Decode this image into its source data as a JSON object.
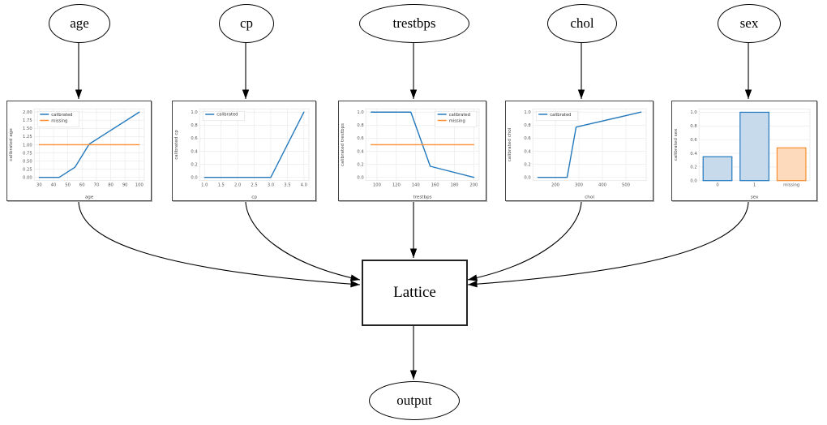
{
  "diagram": {
    "nodes": {
      "age": {
        "label": "age"
      },
      "cp": {
        "label": "cp"
      },
      "trestbps": {
        "label": "trestbps"
      },
      "chol": {
        "label": "chol"
      },
      "sex": {
        "label": "sex"
      },
      "lattice": {
        "label": "Lattice"
      },
      "output": {
        "label": "output"
      }
    },
    "edges": [
      {
        "from": "age",
        "to": "calibrator-age"
      },
      {
        "from": "cp",
        "to": "calibrator-cp"
      },
      {
        "from": "trestbps",
        "to": "calibrator-trestbps"
      },
      {
        "from": "chol",
        "to": "calibrator-chol"
      },
      {
        "from": "sex",
        "to": "calibrator-sex"
      },
      {
        "from": "calibrator-age",
        "to": "lattice"
      },
      {
        "from": "calibrator-cp",
        "to": "lattice"
      },
      {
        "from": "calibrator-trestbps",
        "to": "lattice"
      },
      {
        "from": "calibrator-chol",
        "to": "lattice"
      },
      {
        "from": "calibrator-sex",
        "to": "lattice"
      },
      {
        "from": "lattice",
        "to": "output"
      }
    ]
  },
  "palette": {
    "calibrated": "#2479bd",
    "missing": "#ff8e33",
    "bar_blue_fill": "#c7daec",
    "bar_blue_edge": "#2479bd",
    "bar_orange_fill": "#fcdabb",
    "bar_orange_edge": "#f98e2e",
    "grid": "#ebebeb",
    "plot_border": "#e3e3e3",
    "tick": "#555555",
    "axis_label": "#444444",
    "legend_text": "#333333",
    "edge_stroke": "#000000"
  },
  "chart_data": [
    {
      "id": "age",
      "type": "line",
      "xlabel": "age",
      "ylabel": "calibrated age",
      "xlim": [
        26.5,
        103.5
      ],
      "ylim": [
        -0.1,
        2.1
      ],
      "xticks": [
        30,
        40,
        50,
        60,
        70,
        80,
        90,
        100
      ],
      "xtick_labels": [
        "30",
        "40",
        "50",
        "60",
        "70",
        "80",
        "90",
        "100"
      ],
      "yticks": [
        0,
        0.25,
        0.5,
        0.75,
        1,
        1.25,
        1.5,
        1.75,
        2
      ],
      "ytick_labels": [
        "0.00",
        "0.25",
        "0.50",
        "0.75",
        "1.00",
        "1.25",
        "1.50",
        "1.75",
        "2.00"
      ],
      "legend": {
        "pos": "nw",
        "entries": [
          {
            "label": "calibrated",
            "color_key": "calibrated"
          },
          {
            "label": "missing",
            "color_key": "missing"
          }
        ]
      },
      "series": [
        {
          "name": "calibrated",
          "color_key": "calibrated",
          "points": [
            [
              30,
              0
            ],
            [
              44,
              0
            ],
            [
              55,
              0.31
            ],
            [
              65,
              1.02
            ],
            [
              100,
              2.0
            ]
          ]
        },
        {
          "name": "missing",
          "color_key": "missing",
          "points": [
            [
              30,
              1.0
            ],
            [
              100,
              1.0
            ]
          ]
        }
      ]
    },
    {
      "id": "cp",
      "type": "line",
      "xlabel": "cp",
      "ylabel": "calibrated cp",
      "xlim": [
        0.85,
        4.15
      ],
      "ylim": [
        -0.05,
        1.05
      ],
      "xticks": [
        1,
        1.5,
        2,
        2.5,
        3,
        3.5,
        4
      ],
      "xtick_labels": [
        "1.0",
        "1.5",
        "2.0",
        "2.5",
        "3.0",
        "3.5",
        "4.0"
      ],
      "yticks": [
        0,
        0.2,
        0.4,
        0.6,
        0.8,
        1
      ],
      "ytick_labels": [
        "0.0",
        "0.2",
        "0.4",
        "0.6",
        "0.8",
        "1.0"
      ],
      "legend": {
        "pos": "nw",
        "entries": [
          {
            "label": "calibrated",
            "color_key": "calibrated"
          }
        ]
      },
      "series": [
        {
          "name": "calibrated",
          "color_key": "calibrated",
          "points": [
            [
              1,
              0
            ],
            [
              3,
              0
            ],
            [
              4,
              1
            ]
          ]
        }
      ]
    },
    {
      "id": "trestbps",
      "type": "line",
      "xlabel": "trestbps",
      "ylabel": "calibrated trestbps",
      "xlim": [
        88.5,
        205.5
      ],
      "ylim": [
        -0.05,
        1.05
      ],
      "xticks": [
        100,
        120,
        140,
        160,
        180,
        200
      ],
      "xtick_labels": [
        "100",
        "120",
        "140",
        "160",
        "180",
        "200"
      ],
      "yticks": [
        0,
        0.2,
        0.4,
        0.6,
        0.8,
        1
      ],
      "ytick_labels": [
        "0.0",
        "0.2",
        "0.4",
        "0.6",
        "0.8",
        "1.0"
      ],
      "legend": {
        "pos": "ne",
        "entries": [
          {
            "label": "calibrated",
            "color_key": "calibrated"
          },
          {
            "label": "missing",
            "color_key": "missing"
          }
        ]
      },
      "series": [
        {
          "name": "calibrated",
          "color_key": "calibrated",
          "points": [
            [
              94,
              1.0
            ],
            [
              135,
              1.0
            ],
            [
              155,
              0.17
            ],
            [
              200,
              0
            ]
          ]
        },
        {
          "name": "missing",
          "color_key": "missing",
          "points": [
            [
              94,
              0.5
            ],
            [
              200,
              0.5
            ]
          ]
        }
      ]
    },
    {
      "id": "chol",
      "type": "line",
      "xlabel": "chol",
      "ylabel": "calibrated chol",
      "xlim": [
        104,
        586
      ],
      "ylim": [
        -0.05,
        1.05
      ],
      "xticks": [
        200,
        300,
        400,
        500
      ],
      "xtick_labels": [
        "200",
        "300",
        "400",
        "500"
      ],
      "yticks": [
        0,
        0.2,
        0.4,
        0.6,
        0.8,
        1
      ],
      "ytick_labels": [
        "0.0",
        "0.2",
        "0.4",
        "0.6",
        "0.8",
        "1.0"
      ],
      "legend": {
        "pos": "nw",
        "entries": [
          {
            "label": "calibrated",
            "color_key": "calibrated"
          }
        ]
      },
      "series": [
        {
          "name": "calibrated",
          "color_key": "calibrated",
          "points": [
            [
              126,
              0
            ],
            [
              250,
              0
            ],
            [
              288,
              0.77
            ],
            [
              564,
              1.0
            ]
          ]
        }
      ]
    },
    {
      "id": "sex",
      "type": "bar",
      "xlabel": "sex",
      "ylabel": "calibrated sex",
      "categories": [
        "0",
        "1",
        "missing"
      ],
      "values": [
        0.35,
        1.0,
        0.48
      ],
      "bar_styles": [
        {
          "fill_key": "bar_blue_fill",
          "edge_key": "bar_blue_edge"
        },
        {
          "fill_key": "bar_blue_fill",
          "edge_key": "bar_blue_edge"
        },
        {
          "fill_key": "bar_orange_fill",
          "edge_key": "bar_orange_edge"
        }
      ],
      "ylim": [
        0,
        1.05
      ],
      "yticks": [
        0,
        0.2,
        0.4,
        0.6,
        0.8,
        1
      ],
      "ytick_labels": [
        "0.0",
        "0.2",
        "0.4",
        "0.6",
        "0.8",
        "1.0"
      ]
    }
  ]
}
